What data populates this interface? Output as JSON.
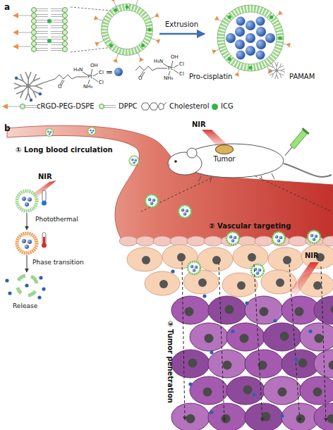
{
  "diagram": {
    "nodes": [
      {
        "text": [
          "Tumor"
        ]
      }
    ],
    "labels": [
      "a",
      "Extrusion",
      "=",
      "O",
      "H₃N",
      "OH",
      "Pt",
      "Cl",
      "Cl",
      "NH₃",
      "O",
      "H₃N",
      "OH",
      "Pt",
      "Cl",
      "Cl",
      "NH₃",
      "b",
      "NIR",
      "① Long blood circulation",
      "② Vascular targeting",
      "NIR",
      "Photothermal",
      "Phase transition",
      "Release",
      "③ Tumor penetration",
      "NIR"
    ],
    "legend": [
      {
        "text": "Pro-cisplatin"
      },
      {
        "text": "PAMAM"
      },
      {
        "text": "cRGD-PEG-DSPE"
      },
      {
        "text": "DPPC"
      },
      {
        "text": "Cholesterol"
      },
      {
        "text": "ICG",
        "color": "#33b44a"
      }
    ]
  }
}
